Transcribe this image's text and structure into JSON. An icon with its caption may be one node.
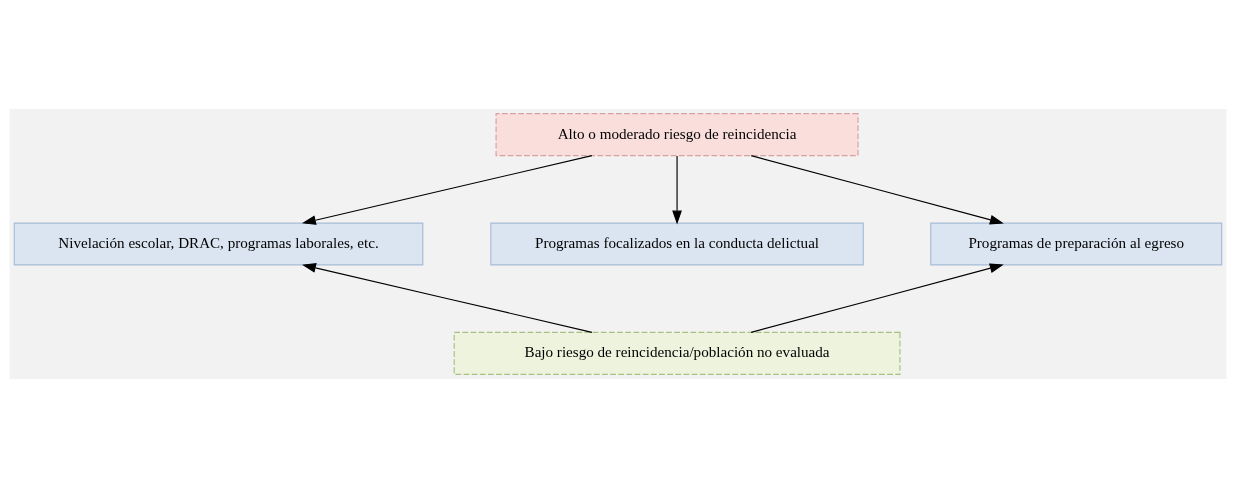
{
  "diagram": {
    "nodes": [
      {
        "text": [
          "Alto o moderado riesgo de reincidencia"
        ]
      },
      {
        "text": [
          "Nivelación escolar, DRAC, programas laborales, etc."
        ]
      },
      {
        "text": [
          "Programas focalizados en la conducta delictual"
        ]
      },
      {
        "text": [
          "Programas de preparación al egreso"
        ]
      },
      {
        "text": [
          "Bajo riesgo de reincidencia/población no evaluada"
        ]
      }
    ],
    "edges": [
      {
        "from": 0,
        "to": 1,
        "arrow": "to"
      },
      {
        "from": 0,
        "to": 2,
        "arrow": "to"
      },
      {
        "from": 0,
        "to": 3,
        "arrow": "to"
      },
      {
        "from": 4,
        "to": 1,
        "arrow": "to"
      },
      {
        "from": 4,
        "to": 3,
        "arrow": "to"
      }
    ]
  }
}
